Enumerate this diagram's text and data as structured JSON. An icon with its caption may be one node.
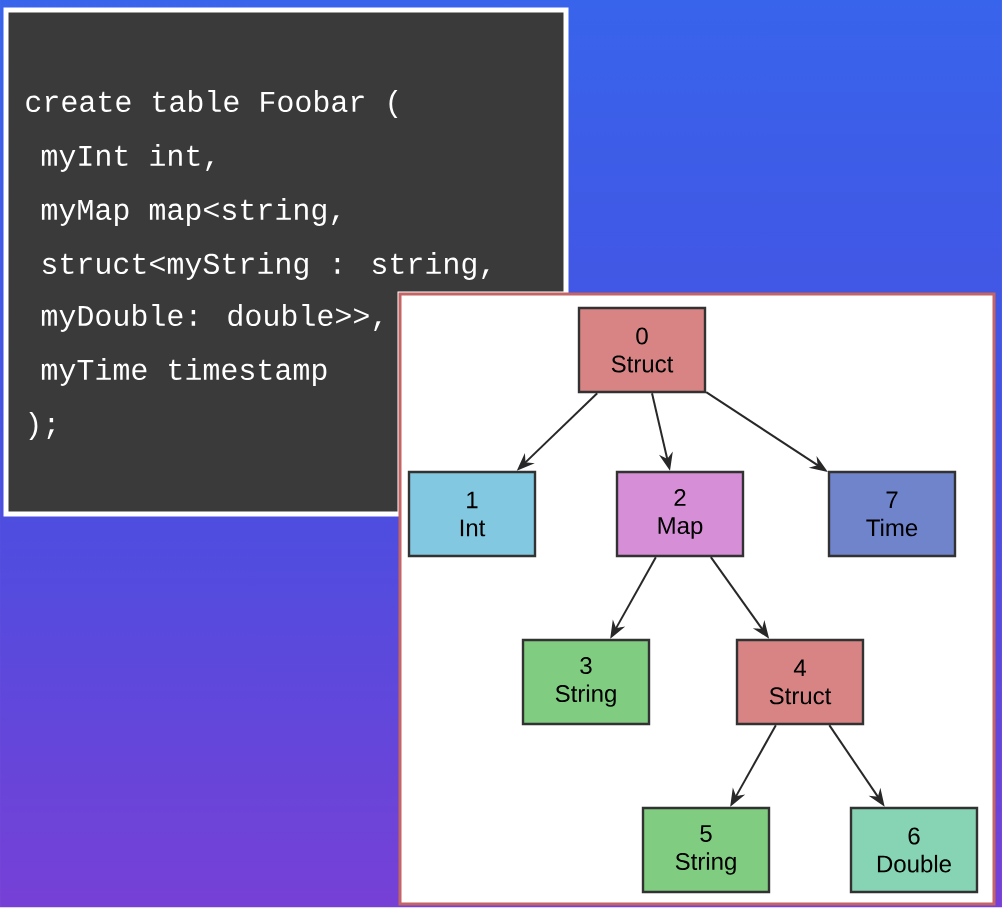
{
  "diagram": {
    "nodes": [
      {
        "text": [
          "create table Foobar (",
          "myInt int,",
          "myMap map<string,",
          "struct<myString : string,",
          "myDouble: double>>,",
          "myTime timestamp",
          ");"
        ]
      },
      {
        "text": [
          "0",
          "Struct"
        ]
      },
      {
        "text": [
          "1",
          "Int"
        ]
      },
      {
        "text": [
          "2",
          "Map"
        ]
      },
      {
        "text": [
          "7",
          "Time"
        ]
      },
      {
        "text": [
          "3",
          "String"
        ]
      },
      {
        "text": [
          "4",
          "Struct"
        ]
      },
      {
        "text": [
          "5",
          "String"
        ]
      },
      {
        "text": [
          "6",
          "Double"
        ]
      }
    ],
    "edges": [
      {
        "from": 1,
        "to": 2,
        "arrow": "to"
      },
      {
        "from": 1,
        "to": 3,
        "arrow": "to"
      },
      {
        "from": 1,
        "to": 4,
        "arrow": "to"
      },
      {
        "from": 3,
        "to": 5,
        "arrow": "to"
      },
      {
        "from": 3,
        "to": 6,
        "arrow": "to"
      },
      {
        "from": 6,
        "to": 7,
        "arrow": "to"
      },
      {
        "from": 6,
        "to": 8,
        "arrow": "to"
      }
    ]
  }
}
